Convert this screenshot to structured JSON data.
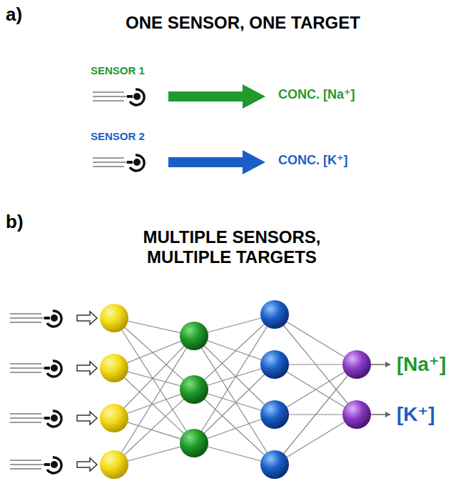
{
  "diagram": {
    "labels": [
      "a)",
      "ONE SENSOR, ONE TARGET",
      "SENSOR 1",
      "CONC. [Na⁺]",
      "SENSOR 2",
      "CONC. [K⁺]",
      "b)",
      "MULTIPLE SENSORS, MULTIPLE TARGETS",
      "[Na⁺]",
      "[K⁺]"
    ]
  }
}
